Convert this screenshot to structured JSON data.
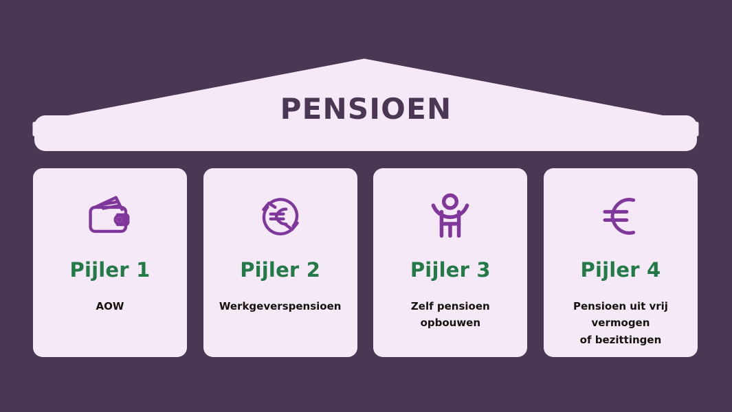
{
  "theme": {
    "background_color": "#4a3753",
    "panel_color": "#f5e9f7",
    "title_color": "#4a3753",
    "pillar_title_color": "#227a47",
    "description_color": "#14110f",
    "icon_color": "#80379b"
  },
  "roof": {
    "title": "PENSIOEN"
  },
  "pillars": [
    {
      "icon": "wallet-icon",
      "title": "Pijler 1",
      "description": "AOW"
    },
    {
      "icon": "euro-refresh-icon",
      "title": "Pijler 2",
      "description": "Werkgeverspensioen"
    },
    {
      "icon": "person-arms-raised-icon",
      "title": "Pijler 3",
      "description": "Zelf pensioen\nopbouwen"
    },
    {
      "icon": "euro-sign-icon",
      "title": "Pijler 4",
      "description": "Pensioen uit vrij vermogen\nof bezittingen"
    }
  ]
}
